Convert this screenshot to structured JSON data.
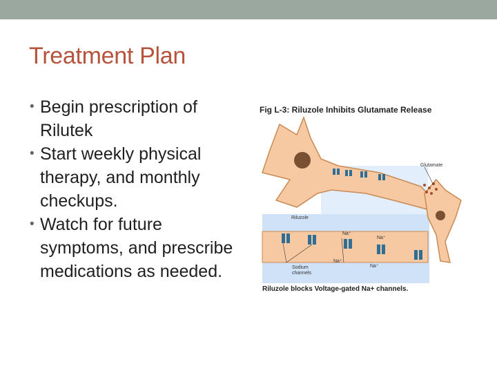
{
  "slide": {
    "title": "Treatment Plan",
    "bullets": [
      "Begin prescription of Rilutek",
      "Start weekly physical therapy, and monthly checkups.",
      "Watch for future symptoms, and prescribe medications as needed."
    ]
  },
  "figure": {
    "caption": "Fig L-3: Riluzole Inhibits Glutamate Release",
    "bottom_note": "Riluzole blocks Voltage-gated Na+ channels.",
    "labels": {
      "glutamate": "Glutamate",
      "riluzole": "Riluzole",
      "na1": "Na⁺",
      "na2": "Na⁺",
      "na3": "Na⁺",
      "na4": "Na⁺",
      "sodium": "Sodium",
      "channels": "channels"
    },
    "colors": {
      "neuron": "#f6c9a2",
      "neuron_outline": "#c98952",
      "zoom_blue": "#cfe2f8",
      "channel": "#2f6f96"
    }
  }
}
